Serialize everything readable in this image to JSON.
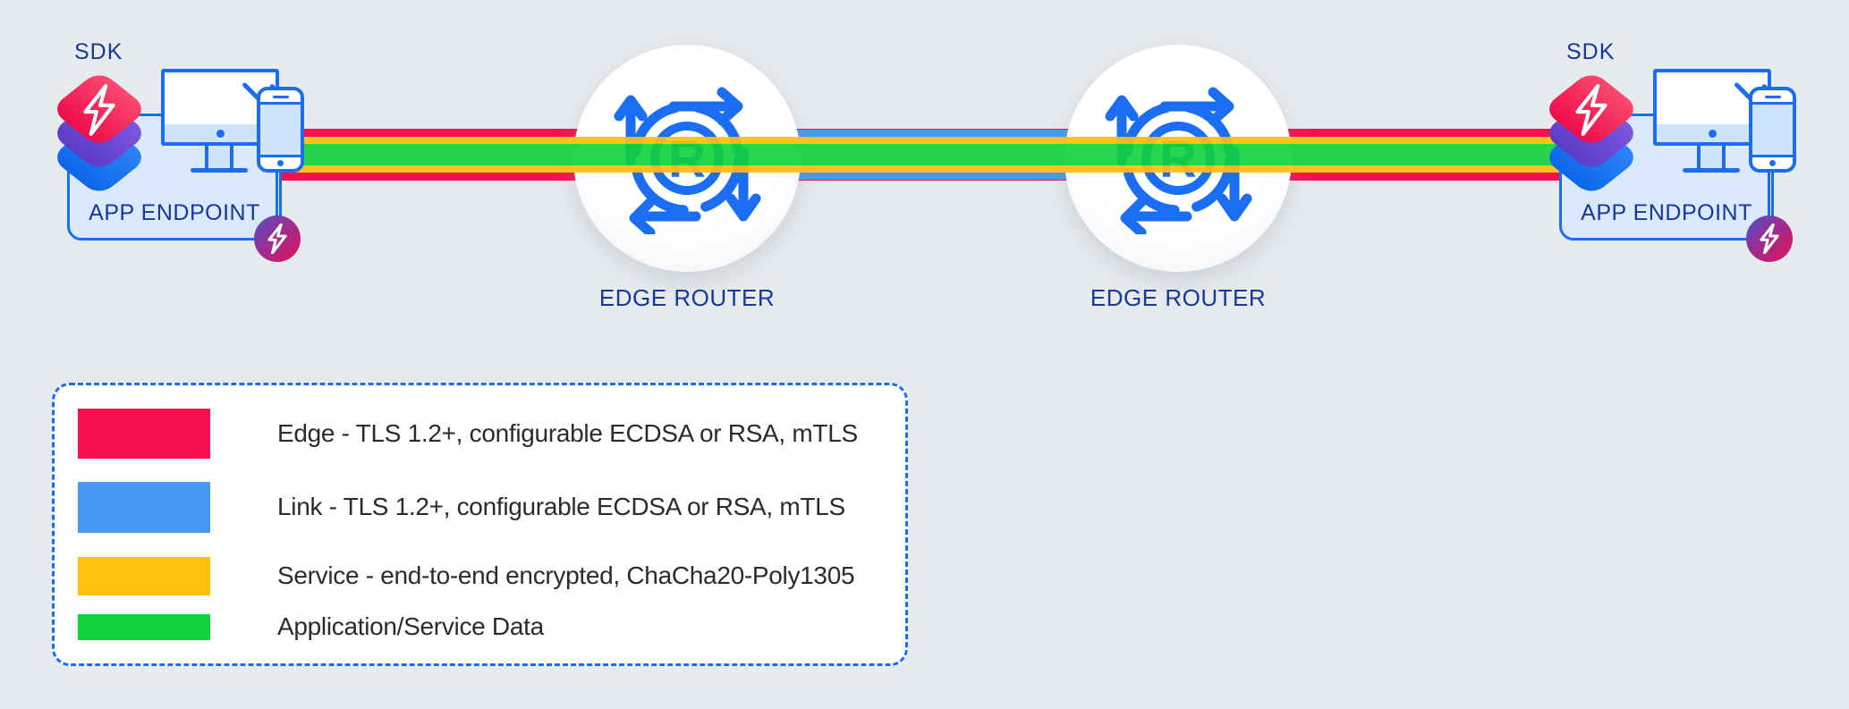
{
  "colors": {
    "background": "#e8ebee",
    "edge_red": "#f6114e",
    "link_blue": "#4a97f5",
    "service_yellow": "#fcc00d",
    "data_green": "#10d23c",
    "icon_blue": "#1b6ef3",
    "navy_text": "#16389b",
    "endpoint_box_fill": "#dbe9fc",
    "legend_text": "#2b2b2b",
    "diamond_purple": "#6847cf",
    "diamond_blue": "#0f6ff0"
  },
  "endpoint_left": {
    "sdk_label": "SDK",
    "box_label": "APP ENDPOINT"
  },
  "endpoint_right": {
    "sdk_label": "SDK",
    "box_label": "APP ENDPOINT"
  },
  "routers": {
    "left_label": "EDGE ROUTER",
    "right_label": "EDGE ROUTER"
  },
  "legend": {
    "items": [
      {
        "color": "#f6114e",
        "label": "Edge - TLS 1.2+, configurable ECDSA or RSA, mTLS"
      },
      {
        "color": "#4a97f5",
        "label": "Link - TLS 1.2+, configurable ECDSA or RSA, mTLS"
      },
      {
        "color": "#fcc00d",
        "label": "Service - end-to-end encrypted, ChaCha20-Poly1305"
      },
      {
        "color": "#10d23c",
        "label": "Application/Service Data"
      }
    ]
  }
}
